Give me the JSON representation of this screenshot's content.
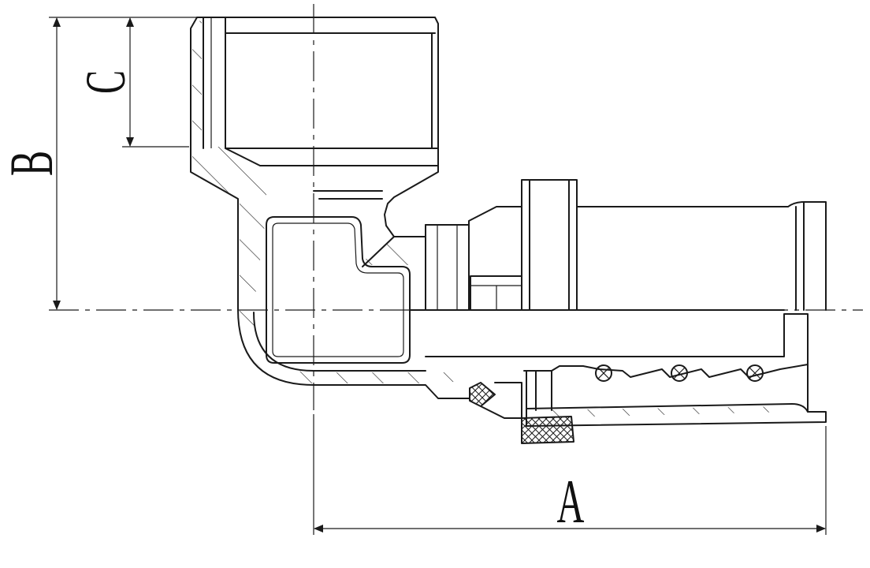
{
  "drawing": {
    "dimension_labels": {
      "a": "A",
      "b": "B",
      "c": "C"
    },
    "line_color": "#1a1a1a",
    "background_color": "#ffffff"
  }
}
